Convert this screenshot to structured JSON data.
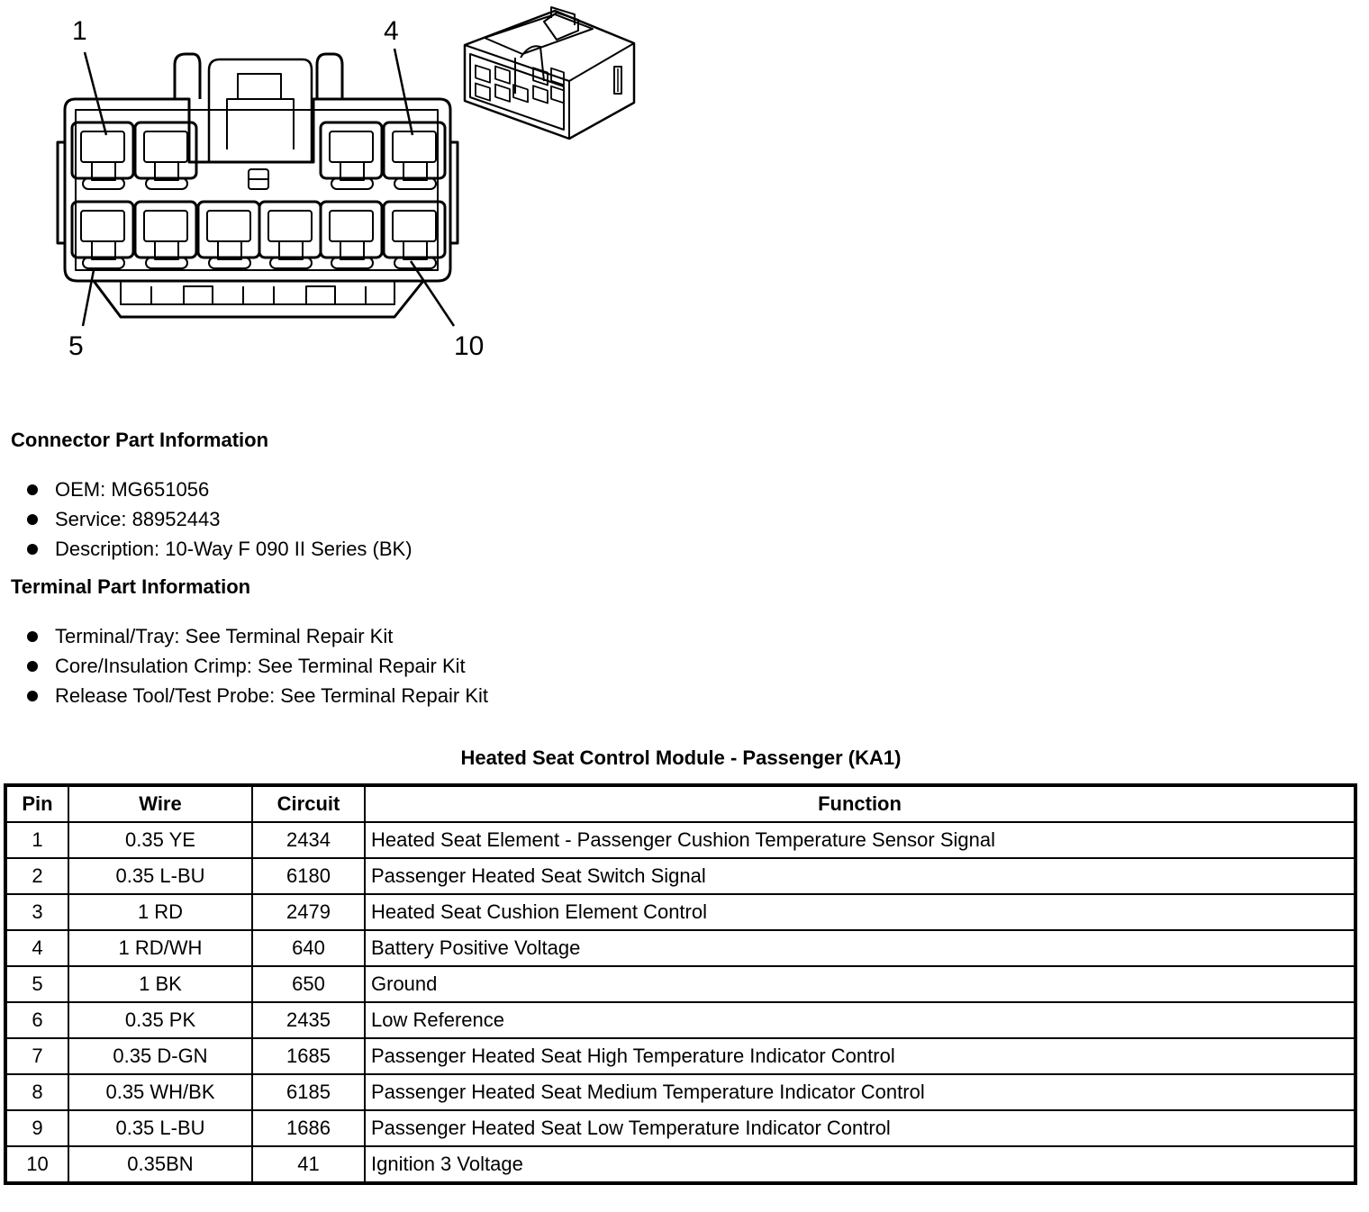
{
  "figure": {
    "pin_callouts": [
      "1",
      "4",
      "5",
      "10"
    ]
  },
  "connector_part": {
    "heading": "Connector Part Information",
    "items": [
      "OEM: MG651056",
      "Service: 88952443",
      "Description: 10-Way F 090 II Series (BK)"
    ]
  },
  "terminal_part": {
    "heading": "Terminal Part Information",
    "items": [
      "Terminal/Tray: See Terminal Repair Kit",
      "Core/Insulation Crimp: See Terminal Repair Kit",
      "Release Tool/Test Probe: See Terminal Repair Kit"
    ]
  },
  "table": {
    "caption": "Heated Seat Control Module - Passenger (KA1)",
    "headers": [
      "Pin",
      "Wire",
      "Circuit",
      "Function"
    ],
    "rows": [
      [
        "1",
        "0.35 YE",
        "2434",
        "Heated Seat Element - Passenger Cushion Temperature Sensor Signal"
      ],
      [
        "2",
        "0.35 L-BU",
        "6180",
        "Passenger Heated Seat Switch Signal"
      ],
      [
        "3",
        "1 RD",
        "2479",
        "Heated Seat Cushion Element Control"
      ],
      [
        "4",
        "1 RD/WH",
        "640",
        "Battery Positive Voltage"
      ],
      [
        "5",
        "1 BK",
        "650",
        "Ground"
      ],
      [
        "6",
        "0.35 PK",
        "2435",
        "Low Reference"
      ],
      [
        "7",
        "0.35 D-GN",
        "1685",
        "Passenger Heated Seat High Temperature Indicator Control"
      ],
      [
        "8",
        "0.35 WH/BK",
        "6185",
        "Passenger Heated Seat Medium Temperature Indicator Control"
      ],
      [
        "9",
        "0.35 L-BU",
        "1686",
        "Passenger Heated Seat Low Temperature Indicator Control"
      ],
      [
        "10",
        "0.35BN",
        "41",
        "Ignition 3 Voltage"
      ]
    ]
  }
}
